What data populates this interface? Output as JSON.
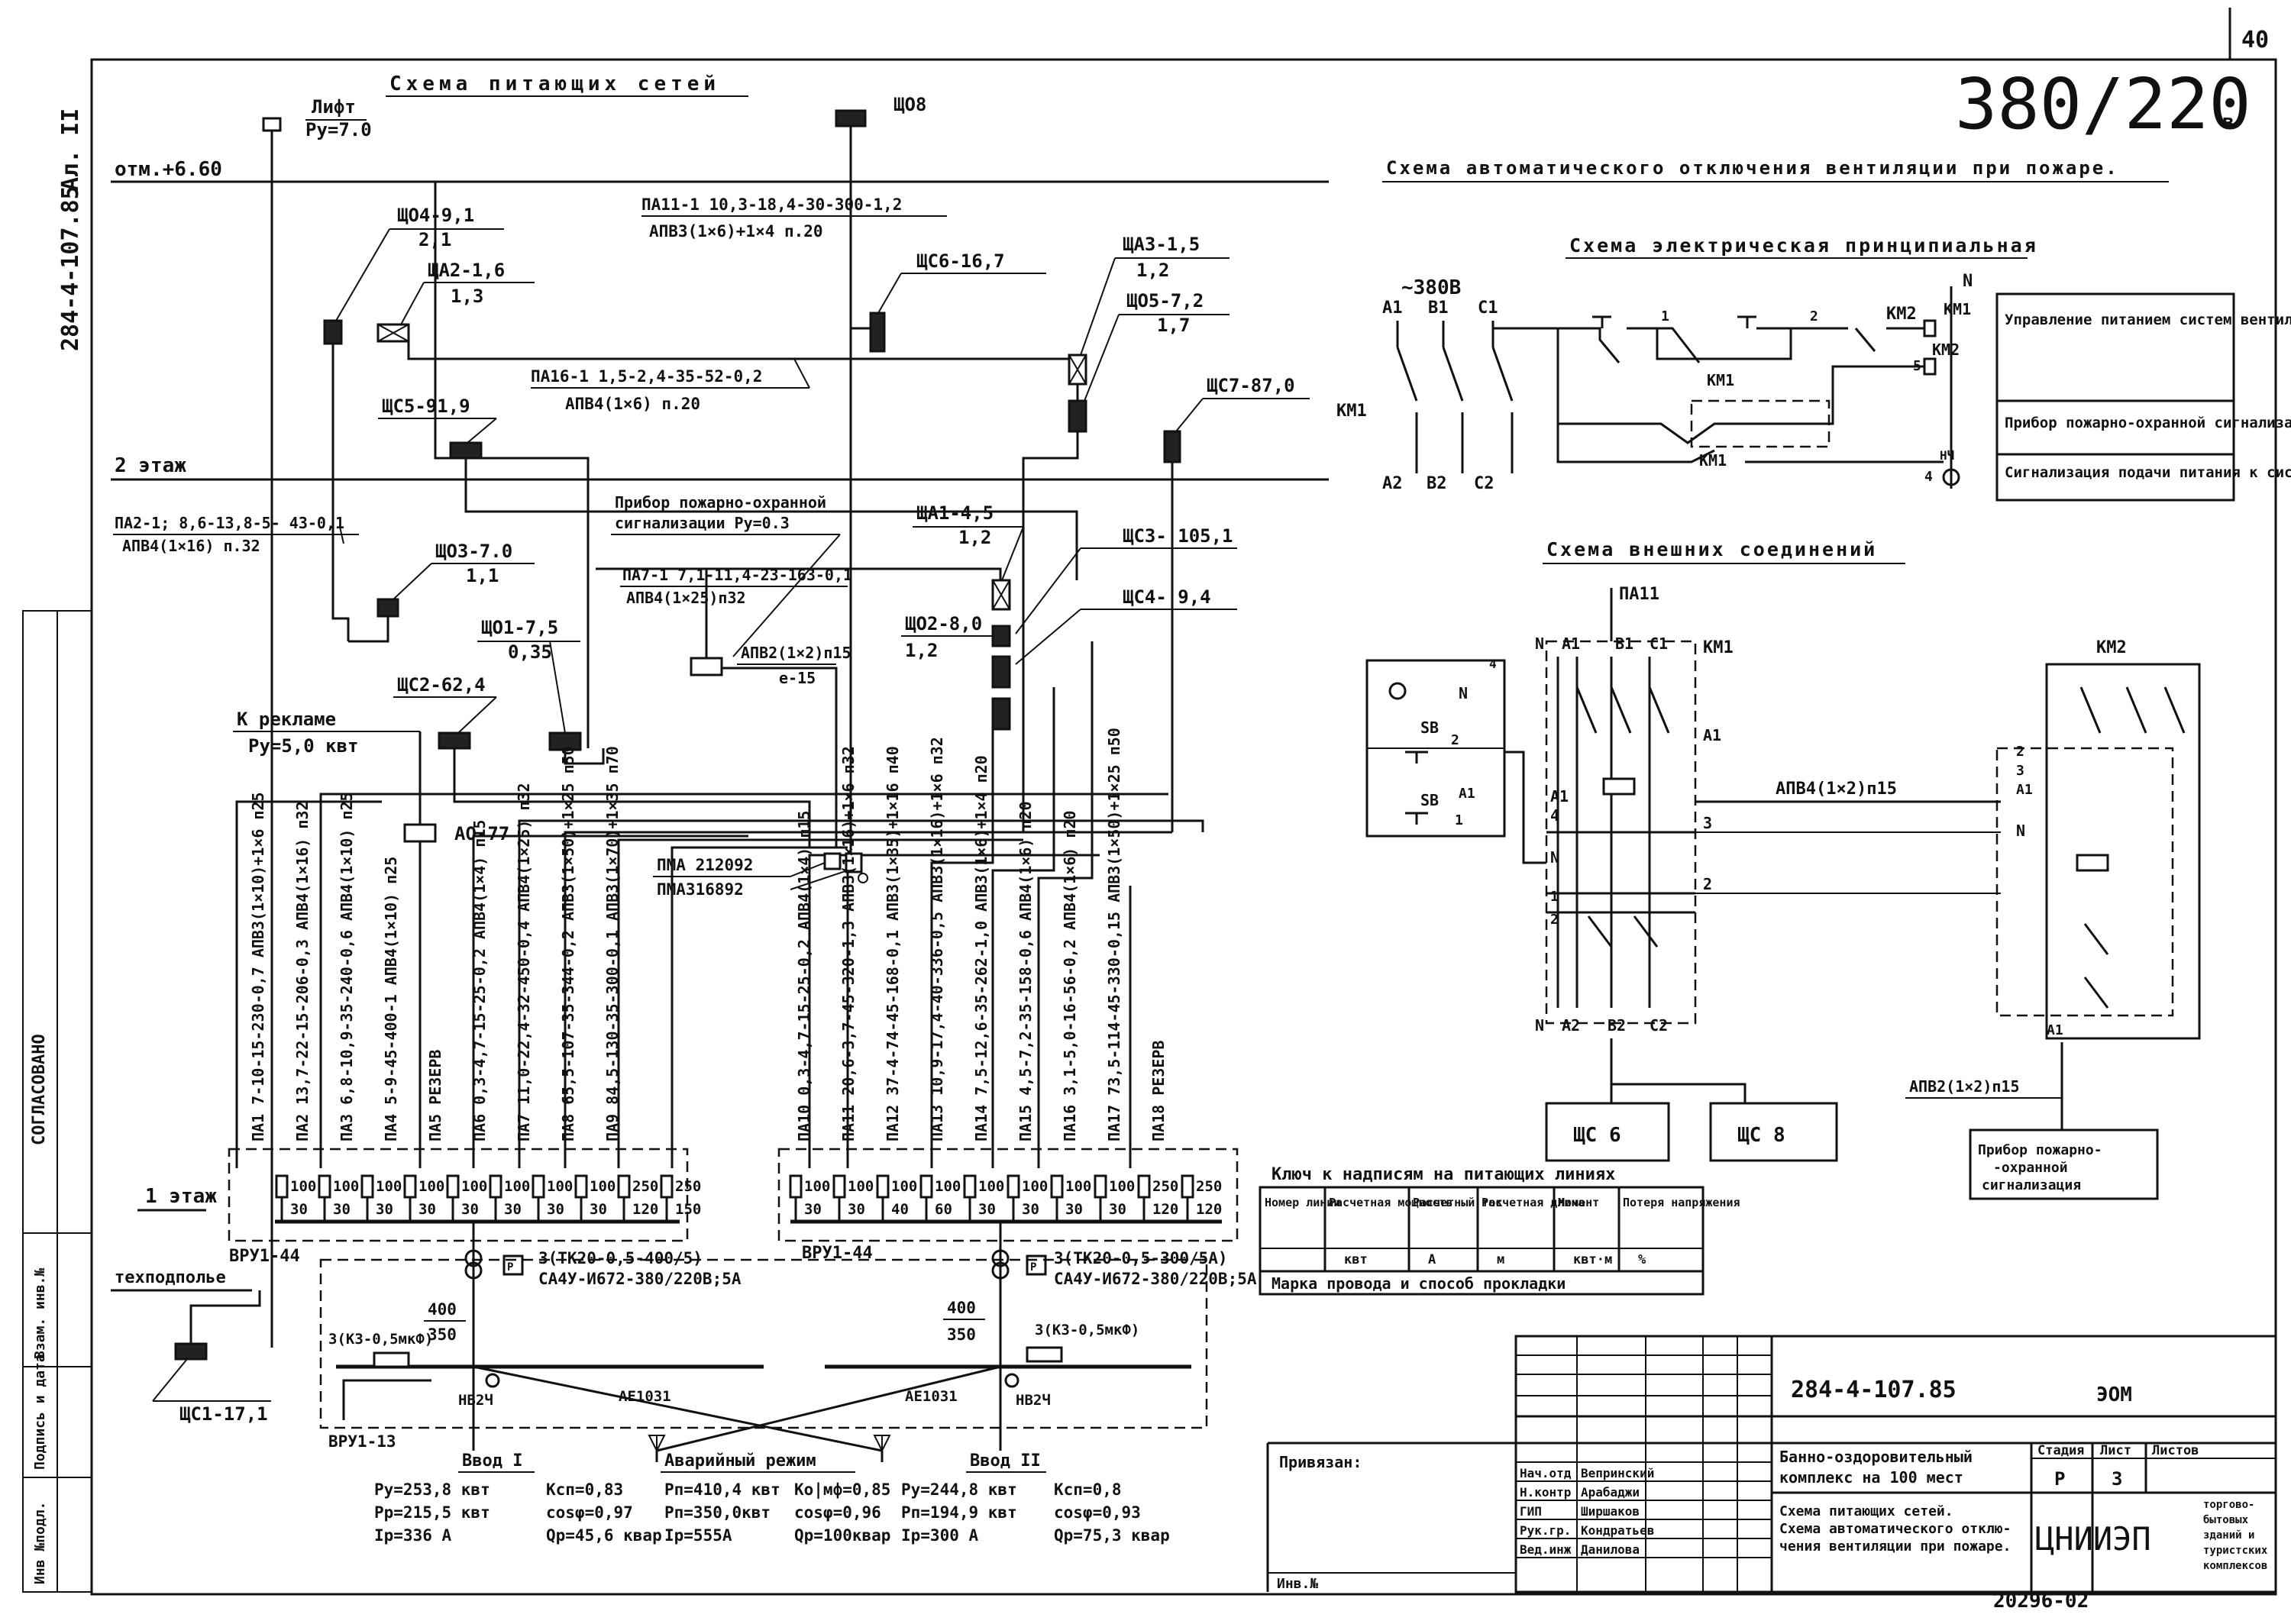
{
  "sheet": {
    "page_no": "40",
    "voltage": "380/220",
    "voltage_unit": "в",
    "side_code": "284-4-107.85",
    "side_sheet": "Ал. II",
    "agreed": "СОГЛАСОВАНО",
    "side_table": [
      "Инв №подл.",
      "Подпись и дата",
      "Взам. инв.№"
    ],
    "bottom_code": "20296-02"
  },
  "feed": {
    "title": "Схема питающих сетей",
    "levels": {
      "mark": "отм.+6.60",
      "floor2": "2 этаж",
      "floor1": "1 этаж",
      "basement": "техподполье"
    },
    "lift": {
      "name": "Лифт",
      "power": "Ру=7.0"
    },
    "sho8": "ЩО8",
    "sho4": {
      "name": "ЩО4-9,1",
      "sub": "2,1"
    },
    "sha2": {
      "name": "ЩА2-1,6",
      "sub": "1,3"
    },
    "pa11": {
      "line": "ПА11-1 10,3-18,4-30-300-1,2",
      "cable": "АПВ3(1×6)+1×4 п.20"
    },
    "shs6": "ЩС6-16,7",
    "sha3": {
      "name": "ЩА3-1,5",
      "sub": "1,2"
    },
    "sho5": {
      "name": "ЩО5-7,2",
      "sub": "1,7"
    },
    "pa16": {
      "line": "ПА16-1 1,5-2,4-35-52-0,2",
      "cable": "АПВ4(1×6) п.20"
    },
    "shs5": "ЩС5-91,9",
    "shs7": "ЩС7-87,0",
    "pa2": {
      "line": "ПА2-1; 8,6-13,8-5- 43-0,1",
      "cable": "АПВ4(1×16) п.32"
    },
    "fire_device": {
      "l1": "Прибор пожарно-охранной",
      "l2": "сигнализации Ру=0.3"
    },
    "sha1": {
      "name": "ЩА1-4,5",
      "sub": "1,2"
    },
    "shs3": "ЩС3- 105,1",
    "shs4": "ЩС4- 9,4",
    "sho3": {
      "name": "ЩО3-7.0",
      "sub": "1,1"
    },
    "pa7": {
      "line": "ПА7-1 7,1-11,4-23-163-0,1",
      "cable": "АПВ4(1×25)п32"
    },
    "sho2": {
      "name": "ЩО2-8,0",
      "sub": "1,2"
    },
    "sho1": {
      "name": "ЩО1-7,5",
      "sub": "0,35"
    },
    "apv2": {
      "l1": "АПВ2(1×2)п15",
      "l2": "е-15"
    },
    "shs2": "ЩС2-62,4",
    "adv": {
      "name": "К рекламе",
      "power": "Ру=5,0 квт"
    },
    "ao77": "АО-77",
    "pma": {
      "l1": "ПМА 212092",
      "l2": "ПМА316892"
    },
    "left_lines": [
      "ПА1 7-10-15-230-0,7 АПВ3(1×10)+1×6 п25",
      "ПА2 13,7-22-15-206-0,3 АПВ4(1×16) п32",
      "ПА3 6,8-10,9-35-240-0,6 АПВ4(1×10) п25",
      "ПА4 5-9-45-400-1 АПВ4(1×10) п25",
      "ПА5 РЕЗЕРВ",
      "ПА6 0,3-4,7-15-25-0,2 АПВ4(1×4) п15",
      "ПА7 11,0-22,4-32-450-0,4 АПВ4(1×25) п32",
      "ПА8 65,5-107-35-344-0,2 АПВ3(1×50)+1×25 п50",
      "ПА9 84,5-130-35-300-0,1 АПВ3(1×70)+1×35 п70"
    ],
    "right_lines": [
      "ПА10 0,3-4,7-15-25-0,2 АПВ4(1×4) п15",
      "ПА11 20,6-3,7-45-320-1,3 АПВ3(1×16)+1×6 п32",
      "ПА12 37-4-74-45-168-0,1 АПВ3(1×35)+1×16 п40",
      "ПА13 10,9-17,4-40-336-0,5 АПВ3(1×16)+1×6 п32",
      "ПА14 7,5-12,6-35-262-1,0 АПВ3(1×6)+1×4 п20",
      "ПА15 4,5-7,2-35-158-0,6 АПВ4(1×6) п20",
      "ПА16 3,1-5,0-16-56-0,2 АПВ4(1×6) п20",
      "ПА17 73,5-114-45-330-0,15 АПВ3(1×50)+1×25 п50",
      "ПА18 РЕЗЕРВ"
    ],
    "left_breakers": [
      [
        "100",
        "30"
      ],
      [
        "100",
        "30"
      ],
      [
        "100",
        "30"
      ],
      [
        "100",
        "30"
      ],
      [
        "100",
        "30"
      ],
      [
        "100",
        "30"
      ],
      [
        "100",
        "30"
      ],
      [
        "100",
        "30"
      ],
      [
        "250",
        "120"
      ],
      [
        "250",
        "150"
      ]
    ],
    "right_breakers": [
      [
        "100",
        "30"
      ],
      [
        "100",
        "30"
      ],
      [
        "100",
        "40"
      ],
      [
        "100",
        "60"
      ],
      [
        "100",
        "30"
      ],
      [
        "100",
        "30"
      ],
      [
        "100",
        "30"
      ],
      [
        "100",
        "30"
      ],
      [
        "250",
        "120"
      ],
      [
        "250",
        "120"
      ]
    ],
    "vru_left": "ВРУ1-44",
    "vru_right": "ВРУ1-44",
    "vru_bottom": "ВРУ1-13",
    "tt_left": {
      "l1": "3(ТК20-0,5-400/5)",
      "l2": "СА4У-И672-380/220В;5А"
    },
    "tt_right": {
      "l1": "3(ТК20-0,5-300/5А)",
      "l2": "СА4У-И672-380/220В;5А"
    },
    "fuse_l": {
      "top": "400",
      "bot": "350"
    },
    "fuse_r": {
      "top": "400",
      "bot": "350"
    },
    "cap_l": "3(КЗ-0,5мкФ)",
    "cap_r": "3(КЗ-0,5мкФ)",
    "hv_l": "НВ2Ч",
    "hv_r": "НВ2Ч",
    "ae_l": "АЕ1031",
    "ae_r": "АЕ1031",
    "shs1": "ЩС1-17,1",
    "inputs": {
      "v1": {
        "title": "Ввод I",
        "a": "Ру=253,8 квт",
        "b": "Рр=215,5 квт",
        "c": "Iр=336 А",
        "d": "Ксп=0,83",
        "e": "cosφ=0,97",
        "f": "Qр=45,6 квар"
      },
      "em": {
        "title": "Аварийный режим",
        "a": "Рп=410,4 квт",
        "b": "Рп=350,0квт",
        "c": "Iр=555А",
        "d": "Ко|мф=0,85",
        "e": "cosφ=0,96",
        "f": "Qр=100квар"
      },
      "v2": {
        "title": "Ввод II",
        "a": "Ру=244,8 квт",
        "b": "Рп=194,9 квт",
        "c": "Iр=300 А",
        "d": "Ксп=0,8",
        "e": "cosφ=0,93",
        "f": "Qр=75,3 квар"
      }
    }
  },
  "auto": {
    "title": "Схема автоматического отключения вентиляции при пожаре.",
    "elec_title": "Схема электрическая принципиальная",
    "v380": "~380В",
    "phases_top": [
      "А1",
      "В1",
      "С1"
    ],
    "phases_bot": [
      "А2",
      "В2",
      "С2"
    ],
    "km1": "КМ1",
    "km2": "КМ2",
    "n": "N",
    "hl": "НЧ",
    "nums": [
      "1",
      "2",
      "4",
      "5"
    ],
    "legend": [
      "Управление питанием систем вентиляции",
      "Прибор пожарно-охранной сигнализации",
      "Сигнализация подачи питания к системам вентиляции"
    ]
  },
  "ext": {
    "title": "Схема внешних соединений",
    "pa11": "ПА11",
    "km1": "КМ1",
    "km2": "КМ2",
    "sb": "SB",
    "cable": "АПВ4(1×2)п15",
    "cable2": "АПВ2(1×2)п15",
    "shs6": "ЩС 6",
    "shs8": "ЩС 8",
    "fire": [
      "Прибор пожарно-",
      "-охранной",
      "сигнализация"
    ],
    "terms": [
      "N",
      "А1",
      "В1",
      "С1",
      "А2",
      "В2",
      "С2",
      "1",
      "2",
      "3",
      "4"
    ]
  },
  "key": {
    "title": "Ключ к надписям на питающих линиях",
    "cols": [
      "Номер линии",
      "Расчетная мощность",
      "Расчетный ток",
      "Расчетная длина",
      "Момент",
      "Потеря напряжения"
    ],
    "units": [
      "",
      "квт",
      "А",
      "м",
      "квт·м",
      "%"
    ],
    "foot": "Марка провода и способ прокладки"
  },
  "stamp": {
    "code": "284-4-107.85",
    "section": "ЭОМ",
    "bind": "Привязан:",
    "inv": "Инв.№",
    "rows": [
      [
        "Нач.отд",
        "Вепринский"
      ],
      [
        "Н.контр",
        "Арабаджи"
      ],
      [
        "ГИП",
        "Ширшаков"
      ],
      [
        "Рук.гр.",
        "Кондратьев"
      ],
      [
        "Вед.инж",
        "Данилова"
      ]
    ],
    "project": [
      "Банно-оздоровительный",
      "комплекс на 100 мест"
    ],
    "sheet_title": [
      "Схема питающих сетей.",
      "Схема автоматического отклю-",
      "чения вентиляции при пожаре."
    ],
    "hdr": [
      "Стадия",
      "Лист",
      "Листов"
    ],
    "vals": [
      "Р",
      "3",
      ""
    ],
    "org": "ЦНИИЭП",
    "org2": [
      "торгово-",
      "бытовых",
      "зданий и",
      "туристских",
      "комплексов"
    ]
  }
}
